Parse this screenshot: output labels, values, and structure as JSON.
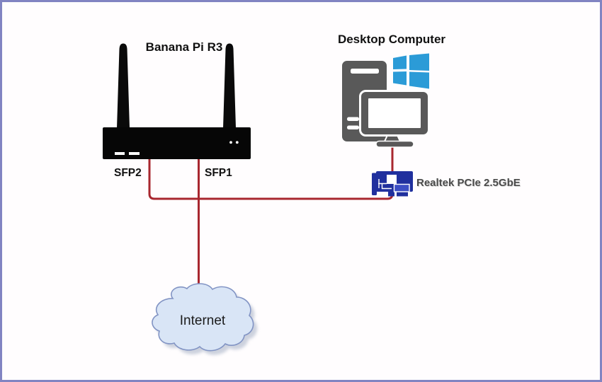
{
  "diagram": {
    "type": "network-connection-diagram",
    "colors": {
      "frame_border": "#8184c2",
      "cable_red": "#a8272f",
      "device_black": "#060606",
      "device_gray": "#595959",
      "windows_blue": "#2b9bd7",
      "nic_navy": "#20309e",
      "cloud_fill": "#d9e5f6",
      "cloud_stroke": "#8294c4"
    },
    "router": {
      "title": "Banana Pi R3",
      "icon": "wireless-router-icon",
      "ports": [
        {
          "label": "SFP2"
        },
        {
          "label": "SFP1"
        }
      ]
    },
    "desktop": {
      "title": "Desktop Computer",
      "icon": "desktop-computer-icon",
      "os_icon": "windows-logo-icon"
    },
    "nic": {
      "label": "Realtek PCIe 2.5GbE",
      "icon": "pcie-network-card-icon"
    },
    "internet": {
      "label": "Internet",
      "icon": "internet-cloud-icon"
    },
    "connections": [
      {
        "from": "SFP2",
        "to": "Realtek PCIe 2.5GbE",
        "style": "red-cable"
      },
      {
        "from": "SFP1",
        "to": "Internet",
        "style": "red-cable"
      }
    ]
  }
}
